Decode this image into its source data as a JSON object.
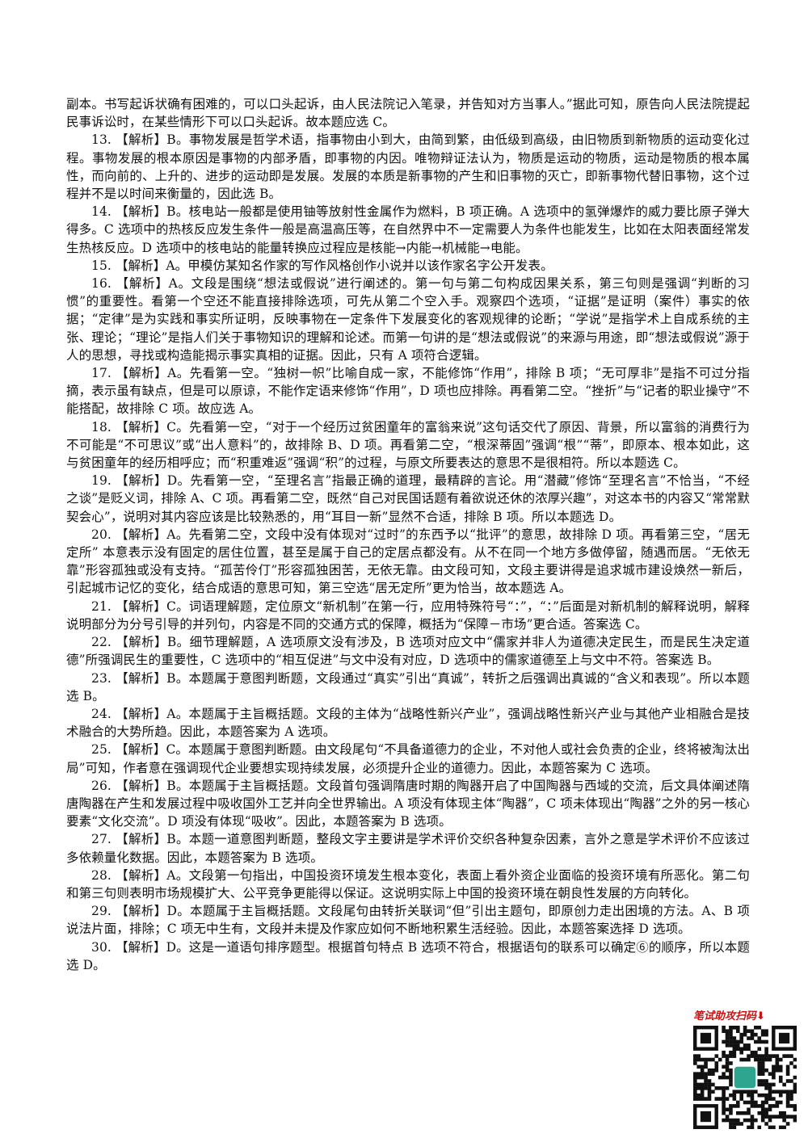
{
  "paragraphs": [
    {
      "id": "p0",
      "indent": false,
      "text": "副本。书写起诉状确有困难的，可以口头起诉，由人民法院记入笔录，并告知对方当事人。”据此可知，原告向人民法院提起民事诉讼时，在某些情形下可以口头起诉。故本题应选 C。"
    },
    {
      "id": "p13",
      "indent": true,
      "text": "13. 【解析】B。事物发展是哲学术语，指事物由小到大，由简到繁，由低级到高级，由旧物质到新物质的运动变化过程。事物发展的根本原因是事物的内部矛盾，即事物的内因。唯物辩证法认为，物质是运动的物质，运动是物质的根本属性，而向前的、上升的、进步的运动即是发展。发展的本质是新事物的产生和旧事物的灭亡，即新事物代替旧事物，这个过程并不是以时间来衡量的，因此选 B。"
    },
    {
      "id": "p14",
      "indent": true,
      "text": "14. 【解析】B。核电站一般都是使用铀等放射性金属作为燃料，B 项正确。A 选项中的氢弹爆炸的威力要比原子弹大得多。C 选项中的热核反应发生条件一般是高温高压等，在自然界中不一定需要人为条件也能发生，比如在太阳表面经常发生热核反应。D 选项中的核电站的能量转换应过程应是核能→内能→机械能→电能。"
    },
    {
      "id": "p15",
      "indent": true,
      "text": "15. 【解析】A。甲模仿某知名作家的写作风格创作小说并以该作家名字公开发表。"
    },
    {
      "id": "p16",
      "indent": true,
      "text": "16. 【解析】A。文段是围绕“想法或假说”进行阐述的。第一句与第二句构成因果关系，第三句则是强调“判断的习惯”的重要性。看第一个空还不能直接排除选项，可先从第二个空入手。观察四个选项，“证据”是证明（案件）事实的依据；“定律”是为实践和事实所证明，反映事物在一定条件下发展变化的客观规律的论断；“学说”是指学术上自成系统的主张、理论；“理论”是指人们关于事物知识的理解和论述。而第一句讲的是“想法或假说”的来源与用途，即“想法或假说”源于人的思想，寻找或构造能揭示事实真相的证据。因此，只有 A 项符合逻辑。"
    },
    {
      "id": "p17",
      "indent": true,
      "text": "17. 【解析】A。先看第一空。“独树一帜”比喻自成一家，不能修饰“作用”，排除 B 项；“无可厚非”是指不可过分指摘，表示虽有缺点，但是可以原谅，不能作定语来修饰“作用”，D 项也应排除。再看第二空。“挫折”与“记者的职业操守”不能搭配，故排除 C 项。故应选 A。"
    },
    {
      "id": "p18",
      "indent": true,
      "text": "18. 【解析】C。先看第一空，“对于一个经历过贫困童年的富翁来说”这句话交代了原因、背景，所以富翁的消费行为不可能是“不可思议”或“出人意料”的，故排除 B、D 项。再看第二空，“根深蒂固”强调“根”“蒂”，即原本、根本如此，这与贫困童年的经历相呼应；而“积重难返”强调“积”的过程，与原文所要表达的意思不是很相符。所以本题选 C。"
    },
    {
      "id": "p19",
      "indent": true,
      "text": "19. 【解析】D。先看第一空，“至理名言”指最正确的道理，最精辟的言论。用“潜藏”修饰“至理名言”不恰当，“不经之谈”是贬义词，排除 A、C 项。再看第二空，既然“自己对民国话题有着欲说还休的浓厚兴趣”，对这本书的内容又“常常默契会心”，说明对其内容应该是比较熟悉的，用“耳目一新”显然不合适，排除 B 项。所以本题选 D。"
    },
    {
      "id": "p20",
      "indent": true,
      "text": "20. 【解析】A。先看第二空，文段中没有体现对“过时”的东西予以“批评”的意思，故排除 D 项。再看第三空，“居无定所” 本意表示没有固定的居住位置，甚至是属于自己的定居点都没有。从不在同一个地方多做停留，随遇而居。“无依无靠”形容孤独或没有支持。“孤苦伶仃”形容孤独困苦，无依无靠。由文段可知，文段主要讲得是追求城市建设焕然一新后，引起城市记忆的变化，结合成语的意思可知，第三空选“居无定所”更为恰当，故本题选 A。"
    },
    {
      "id": "p21",
      "indent": true,
      "text": "21. 【解析】C。词语理解题，定位原文“新机制”在第一行，应用特殊符号“：”，“：”后面是对新机制的解释说明，解释说明部分为分号引导的并列句，内容是不同的交通方式的保障，概括为“保障－市场”更合适。答案选 C。"
    },
    {
      "id": "p22",
      "indent": true,
      "text": "22. 【解析】B。细节理解题，A 选项原文没有涉及，B 选项对应文中“儒家并非人为道德决定民生，而是民生决定道德”所强调民生的重要性，C 选项中的“相互促进”与文中没有对应，D 选项中的儒家道德至上与文中不符。答案选 B。"
    },
    {
      "id": "p23",
      "indent": true,
      "text": "23. 【解析】B。本题属于意图判断题，文段通过“真实”引出“真诚”，转折之后强调出真诚的“含义和表现”。所以本题选 B。"
    },
    {
      "id": "p24",
      "indent": true,
      "text": "24. 【解析】A。本题属于主旨概括题。文段的主体为“战略性新兴产业”，强调战略性新兴产业与其他产业相融合是技术融合的大势所趋。因此，本题答案为 A 选项。"
    },
    {
      "id": "p25",
      "indent": true,
      "text": "25. 【解析】C。本题属于意图判断题。由文段尾句“不具备道德力的企业，不对他人或社会负责的企业，终将被淘汰出局”可知，作者意在强调现代企业要想实现持续发展，必须提升企业的道德力。因此，本题答案为 C 选项。"
    },
    {
      "id": "p26",
      "indent": true,
      "text": "26. 【解析】B。本题属于主旨概括题。文段首句强调隋唐时期的陶器开启了中国陶器与西域的交流，后文具体阐述隋唐陶器在产生和发展过程中吸收国外工艺并向全世界输出。A 项没有体现主体“陶器”，C 项未体现出“陶器”之外的另一核心要素“文化交流”。D 项没有体现“吸收”。因此，本题答案为 B 选项。"
    },
    {
      "id": "p27",
      "indent": true,
      "text": "27. 【解析】B。本题一道意图判断题，整段文字主要讲是学术评价交织各种复杂因素，言外之意是学术评价不应该过多依赖量化数据。因此，本题答案为 B 选项。"
    },
    {
      "id": "p28",
      "indent": true,
      "text": "28. 【解析】A。文段第一句指出，中国投资环境发生根本变化，表面上看外资企业面临的投资环境有所恶化。第二句和第三句则表明市场规模扩大、公平竞争更能得以保证。这说明实际上中国的投资环境在朝良性发展的方向转化。"
    },
    {
      "id": "p29",
      "indent": true,
      "text": "29. 【解析】D。本题属于主旨概括题。文段尾句由转折关联词“但”引出主题句，即原创力走出困境的方法。A、B 项说法片面，排除；C 项无中生有，文段并未提及作家应如何不断地积累生活经验。因此，本题答案选择 D 选项。"
    },
    {
      "id": "p30",
      "indent": true,
      "text": "30. 【解析】D。这是一道语句排序题型。根据首句特点 B 选项不符合，根据语句的联系可以确定⑥的顺序，所以本题选 D。"
    }
  ],
  "qr": {
    "caption": "笔试助攻扫码",
    "arrow_icon": "⬇",
    "colors": {
      "caption": "#cc1111",
      "code": "#111111",
      "logo": "#2ea68f"
    }
  }
}
